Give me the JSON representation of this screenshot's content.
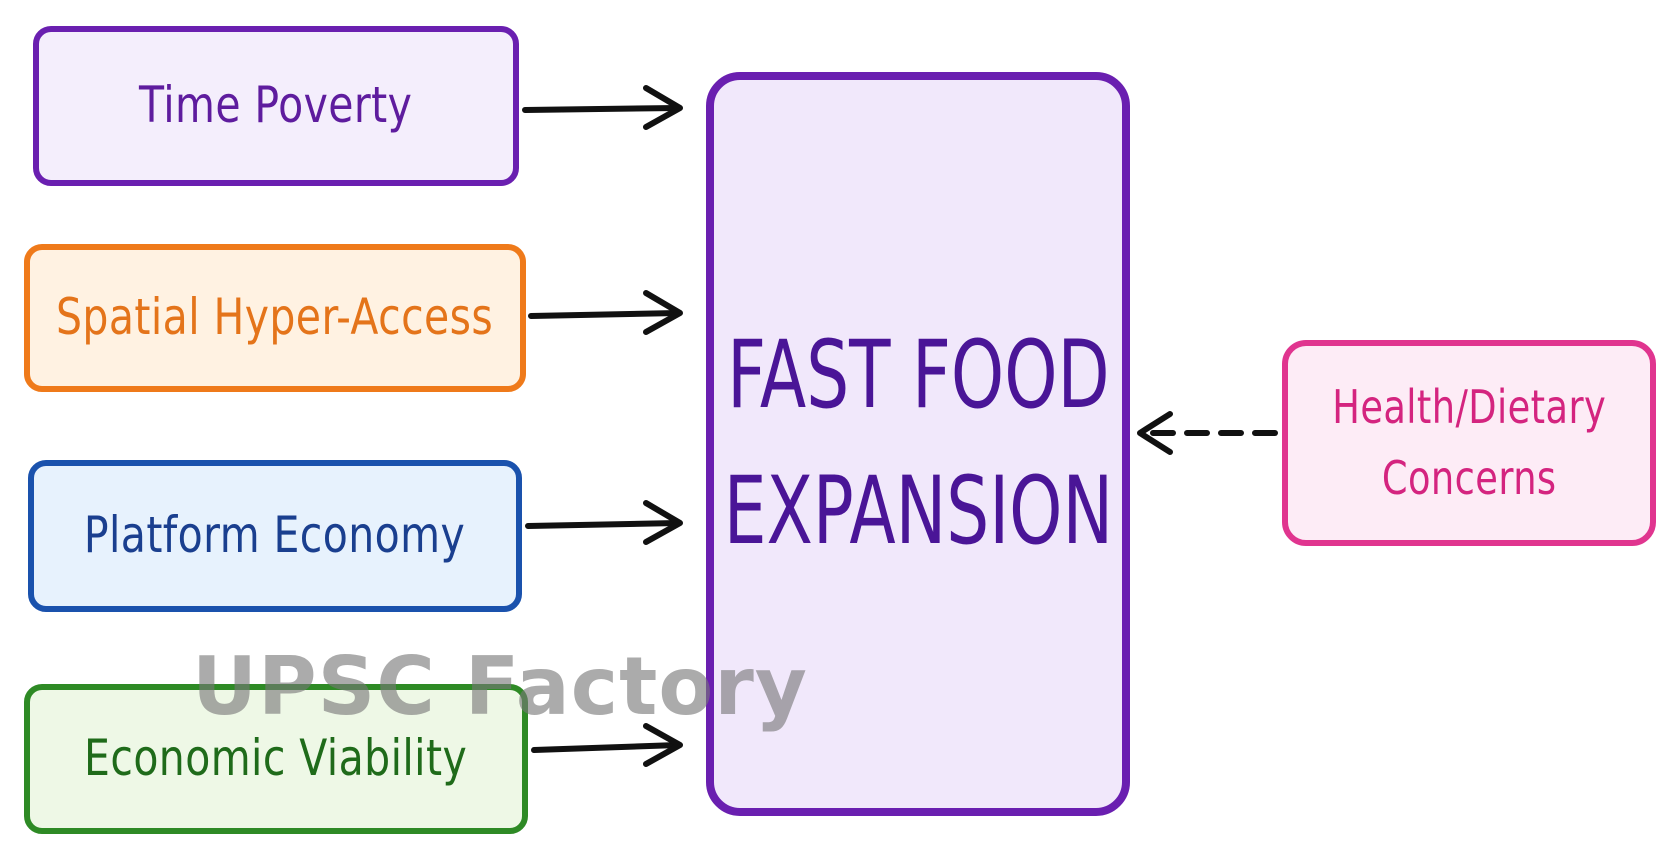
{
  "diagram": {
    "drivers": [
      {
        "id": "time",
        "label": "Time Poverty",
        "color": "#5e1c9e"
      },
      {
        "id": "spatial",
        "label": "Spatial Hyper-Access",
        "color": "#e4741a"
      },
      {
        "id": "platform",
        "label": "Platform Economy",
        "color": "#1a3f8f"
      },
      {
        "id": "economic",
        "label": "Economic Viability",
        "color": "#1f6b1a"
      }
    ],
    "center": {
      "line1": "FAST FOOD",
      "line2": "EXPANSION",
      "color": "#4a1597"
    },
    "counterforce": {
      "line1": "Health/Dietary",
      "line2": "Concerns",
      "color": "#d4247f"
    },
    "connector_style": {
      "solid_arrow_color": "#111111",
      "dashed_arrow_color": "#111111"
    }
  },
  "watermark": {
    "text": "UPSC Factory"
  }
}
